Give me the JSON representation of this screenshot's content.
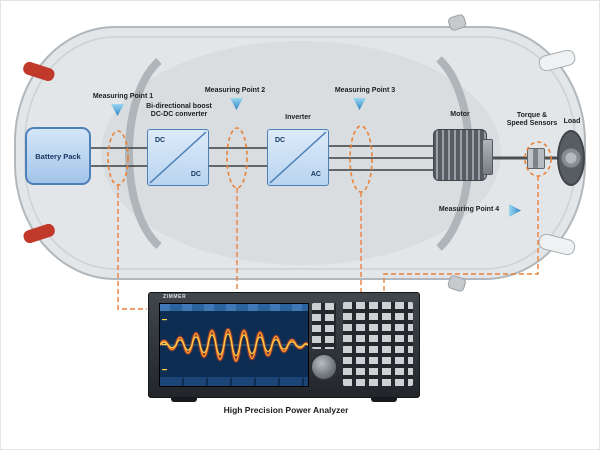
{
  "components": {
    "battery": {
      "label": "Battery Pack"
    },
    "converter": {
      "title_line1": "Bi-directional boost",
      "title_line2": "DC-DC converter",
      "input_label": "DC",
      "output_label": "DC"
    },
    "inverter": {
      "title": "Inverter",
      "input_label": "DC",
      "output_label": "AC"
    },
    "motor": {
      "label": "Motor"
    },
    "sensors": {
      "label_line1": "Torque &",
      "label_line2": "Speed Sensors"
    },
    "load": {
      "label": "Load"
    }
  },
  "measuring_points": [
    {
      "label": "Measuring Point 1"
    },
    {
      "label": "Measuring Point 2"
    },
    {
      "label": "Measuring Point 3"
    },
    {
      "label": "Measuring Point 4"
    }
  ],
  "analyzer": {
    "brand": "ZIMMER",
    "caption": "High Precision Power Analyzer"
  },
  "colors": {
    "measure_dash": "#e8823a",
    "marker_blue": "#2f86c5",
    "box_fill": "#c7dcf3",
    "box_border": "#4d7fb8"
  }
}
